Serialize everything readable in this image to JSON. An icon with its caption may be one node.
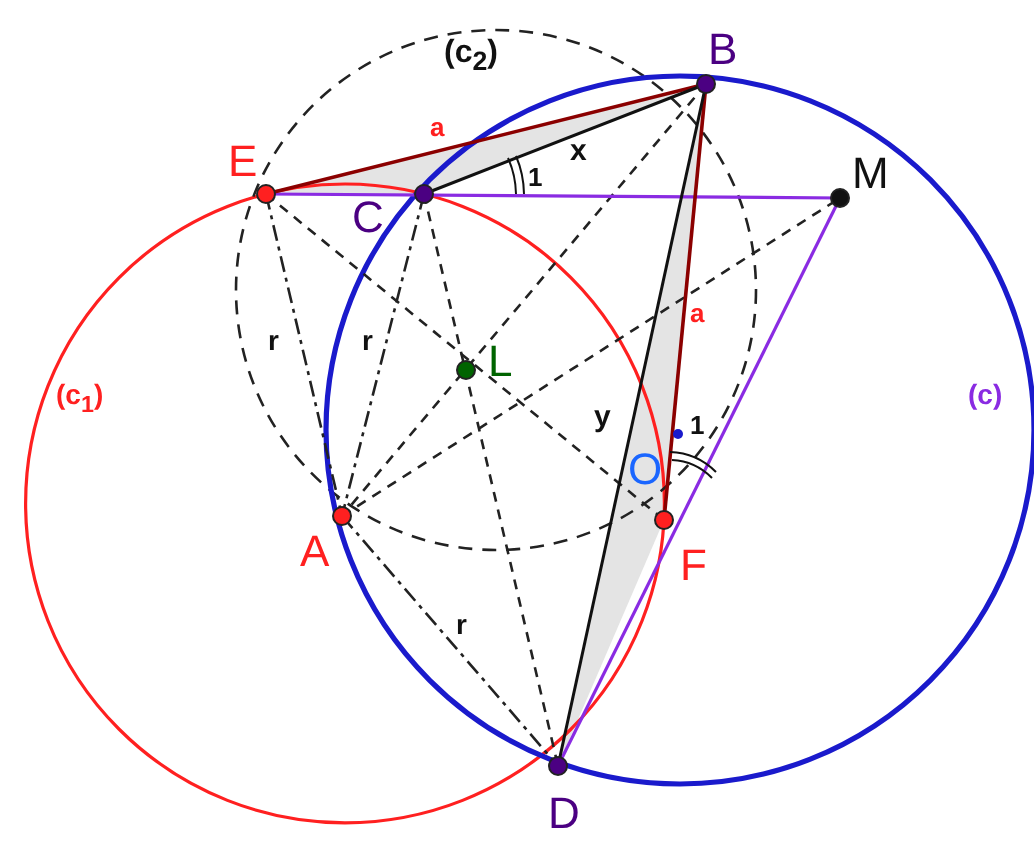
{
  "diagram": {
    "labels": [
      "(c$_{2}$)",
      "B",
      "a",
      "E",
      "x",
      "M",
      "C",
      "1",
      "r",
      "r",
      "L",
      "(c$_{1}$)",
      "(c)",
      "y",
      "a",
      "1",
      "O",
      "A",
      "F",
      "r",
      "D"
    ]
  }
}
